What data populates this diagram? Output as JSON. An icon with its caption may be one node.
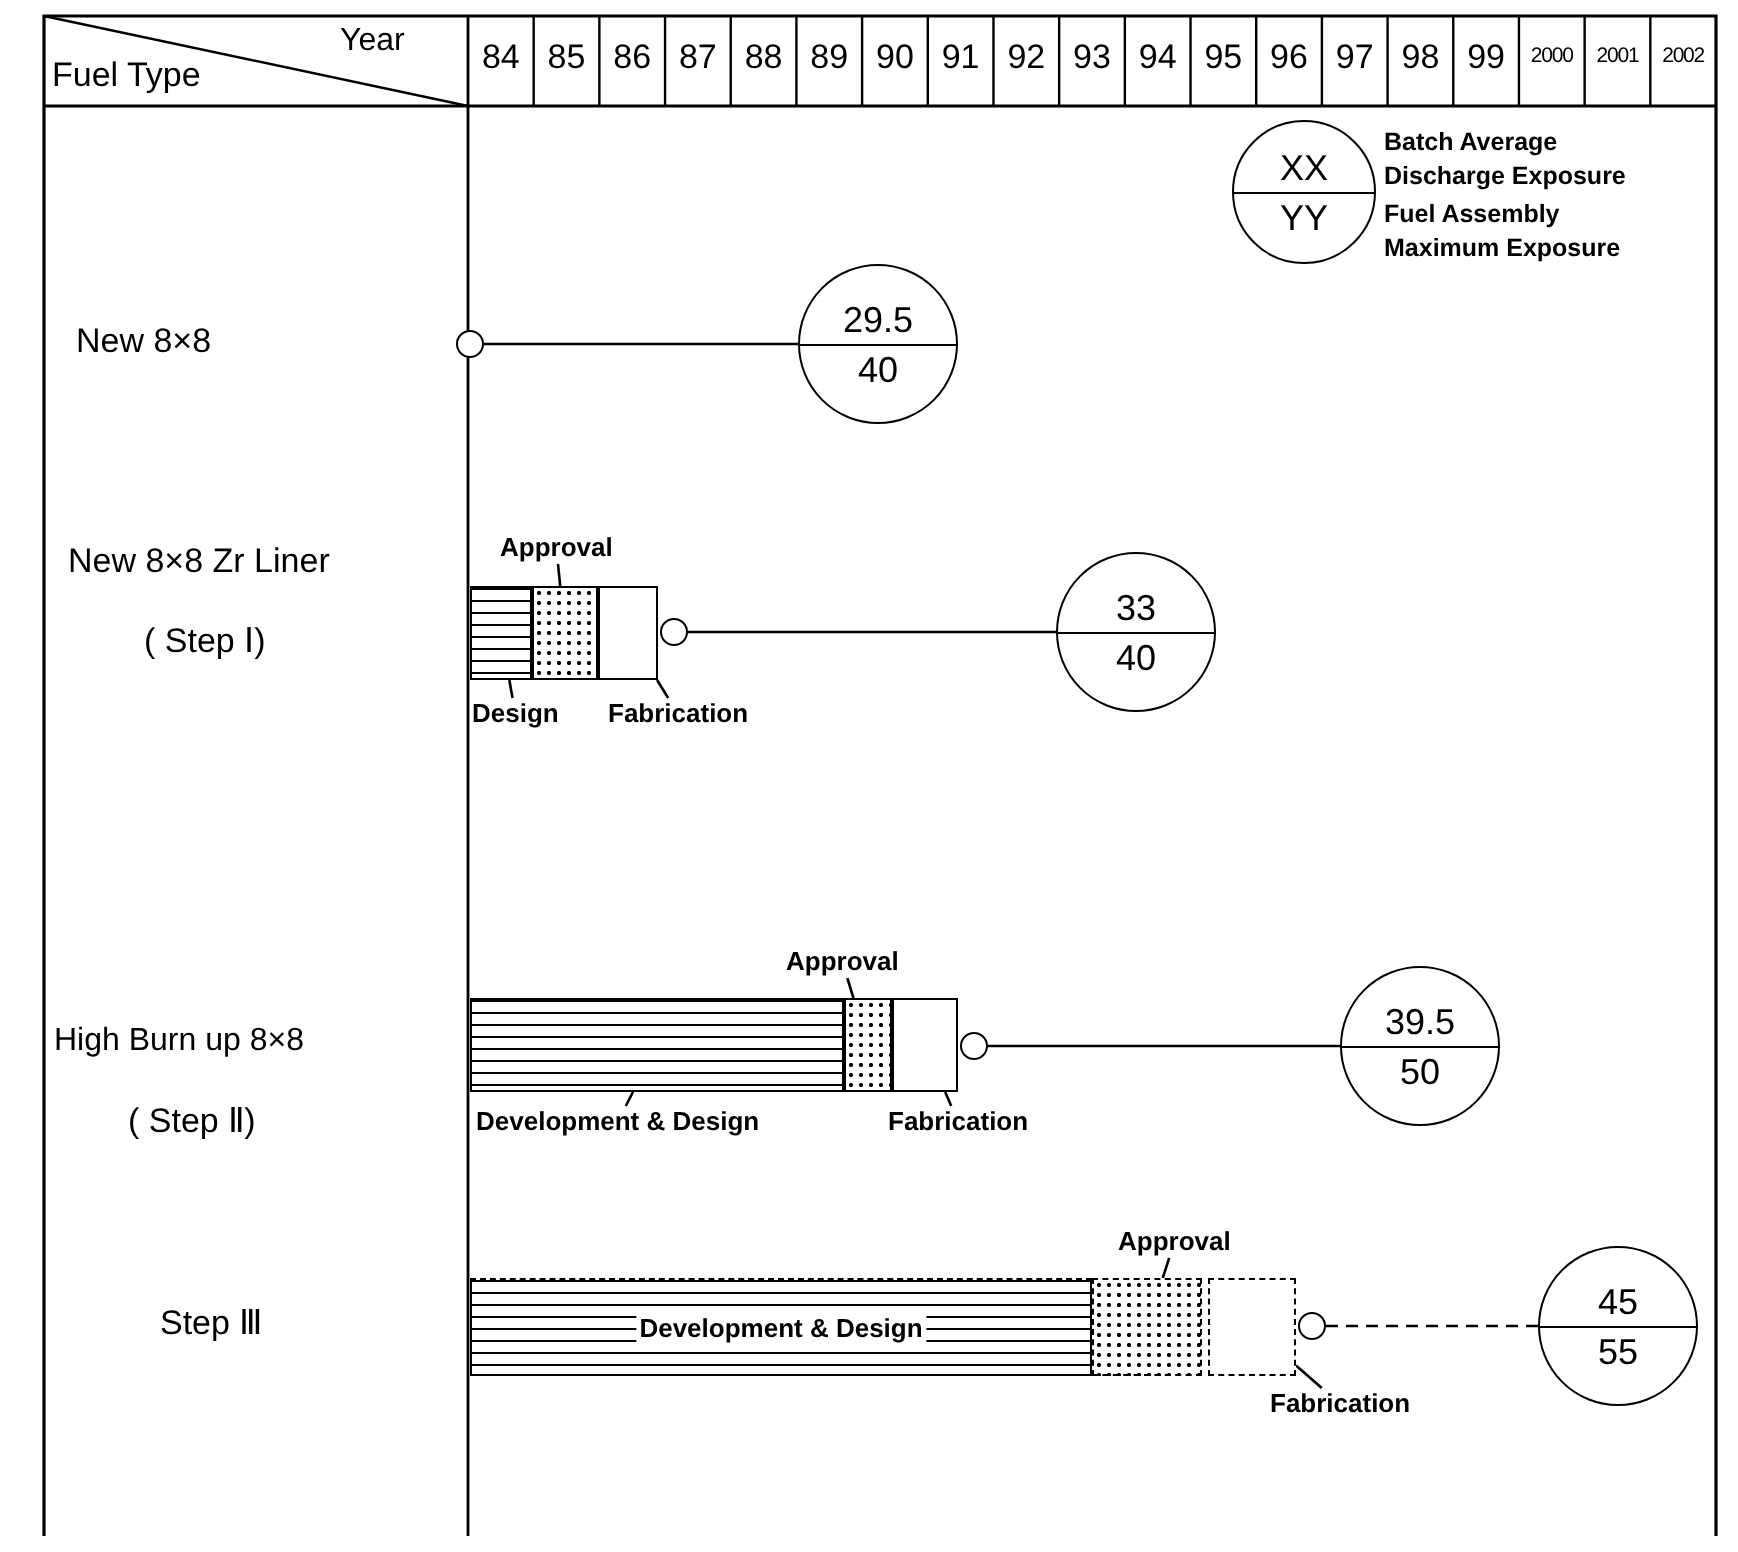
{
  "diagram": {
    "nodes": [
      {
        "text": [
          "XX",
          "YY"
        ],
        "beside": [
          "Batch Average Discharge Exposure",
          "Fuel Assembly Maximum Exposure"
        ]
      },
      {
        "text": [],
        "shape": "circle"
      },
      {
        "text": [
          "29.5",
          "40"
        ]
      },
      {
        "text": [],
        "shape": "bar"
      },
      {
        "text": [],
        "shape": "bar"
      },
      {
        "text": [],
        "shape": "box"
      },
      {
        "text": [],
        "shape": "circle"
      },
      {
        "text": [
          "33",
          "40"
        ]
      },
      {
        "text": [
          "Approval"
        ]
      },
      {
        "text": [
          "Design"
        ]
      },
      {
        "text": [
          "Fabrication"
        ]
      },
      {
        "text": [],
        "shape": "bar"
      },
      {
        "text": [],
        "shape": "bar"
      },
      {
        "text": [],
        "shape": "box"
      },
      {
        "text": [],
        "shape": "circle"
      },
      {
        "text": [
          "39.5",
          "50"
        ]
      },
      {
        "text": [
          "Approval"
        ]
      },
      {
        "text": [
          "Development & Design"
        ]
      },
      {
        "text": [
          "Fabrication"
        ]
      },
      {
        "text": [
          "Development & Design"
        ]
      },
      {
        "text": [],
        "shape": "bar"
      },
      {
        "text": [],
        "shape": "box"
      },
      {
        "text": [],
        "shape": "circle"
      },
      {
        "text": [
          "45",
          "55"
        ]
      },
      {
        "text": [
          "Approval"
        ]
      },
      {
        "text": [
          "Fabrication"
        ]
      }
    ],
    "edges": [
      {
        "from": 1,
        "to": 2,
        "arrow": "none"
      },
      {
        "from": 6,
        "to": 7,
        "arrow": "none"
      },
      {
        "from": 14,
        "to": 15,
        "arrow": "none"
      },
      {
        "from": 22,
        "to": 23,
        "arrow": "none",
        "style": "dashed"
      },
      {
        "from": 8,
        "to": 4,
        "arrow": "none"
      },
      {
        "from": 9,
        "to": 3,
        "arrow": "none"
      },
      {
        "from": 10,
        "to": 5,
        "arrow": "none"
      },
      {
        "from": 16,
        "to": 12,
        "arrow": "none"
      },
      {
        "from": 17,
        "to": 11,
        "arrow": "none"
      },
      {
        "from": 18,
        "to": 13,
        "arrow": "none"
      },
      {
        "from": 24,
        "to": 20,
        "arrow": "none"
      },
      {
        "from": 25,
        "to": 21,
        "arrow": "none"
      }
    ],
    "labels": [
      "Year",
      "Fuel Type",
      "84",
      "85",
      "86",
      "87",
      "88",
      "89",
      "90",
      "91",
      "92",
      "93",
      "94",
      "95",
      "96",
      "97",
      "98",
      "99",
      "2000",
      "2001",
      "2002",
      "New 8×8",
      "New 8×8 Zr Liner",
      "( Step Ⅰ)",
      "High Burn up 8×8",
      "( Step Ⅱ)",
      "Step Ⅲ"
    ]
  }
}
